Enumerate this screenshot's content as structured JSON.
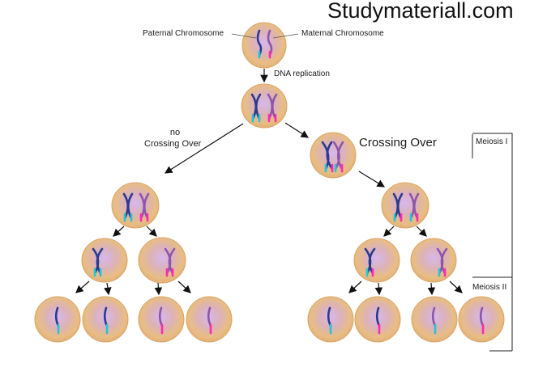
{
  "watermark": "Studymateriall.com",
  "labels": {
    "paternal": "Paternal Chromosome",
    "maternal": "Maternal Chromosome",
    "dna_replication": "DNA replication",
    "no_crossing_1": "no",
    "no_crossing_2": "Crossing Over",
    "crossing_over": "Crossing Over",
    "meiosis_1": "Meiosis I",
    "meiosis_2": "Meiosis II"
  },
  "colors": {
    "cell_fill": "#e9bf86",
    "cell_center": "#c8a8e0",
    "paternal": "#2b3a8f",
    "maternal": "#8e56a8",
    "paternal_tip": "#22c6d8",
    "maternal_tip": "#ff2ab0",
    "arrow": "#111111"
  }
}
